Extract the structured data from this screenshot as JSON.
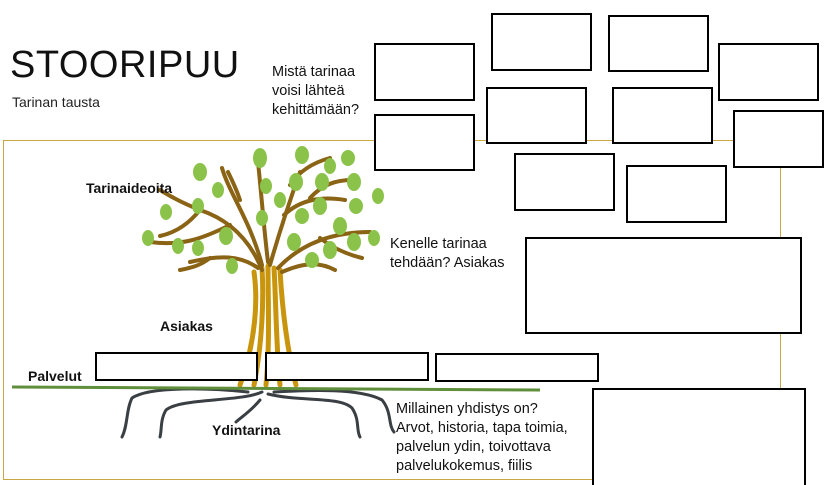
{
  "header": {
    "title": "STOORIPUU",
    "subtitle": "Tarinan tausta"
  },
  "questions": {
    "origin": [
      "Mistä tarinaa",
      "voisi lähteä",
      "kehittämään?"
    ],
    "audience": [
      "Kenelle tarinaa",
      "tehdään? Asiakas"
    ],
    "core": [
      "Millainen yhdistys on?",
      "Arvot, historia, tapa toimia,",
      "palvelun ydin, toivottava",
      "palvelukokemus, fiilis"
    ]
  },
  "tree_labels": {
    "ideas": "Tarinaideoita",
    "customer": "Asiakas",
    "services": "Palvelut",
    "core_story": "Ydintarina"
  },
  "colors": {
    "frame": "#c9a640",
    "trunk": "#c8950c",
    "branch": "#8a6314",
    "leaf": "#8bc34a",
    "ground": "#5f8f3a",
    "roots": "#3a3f44"
  }
}
